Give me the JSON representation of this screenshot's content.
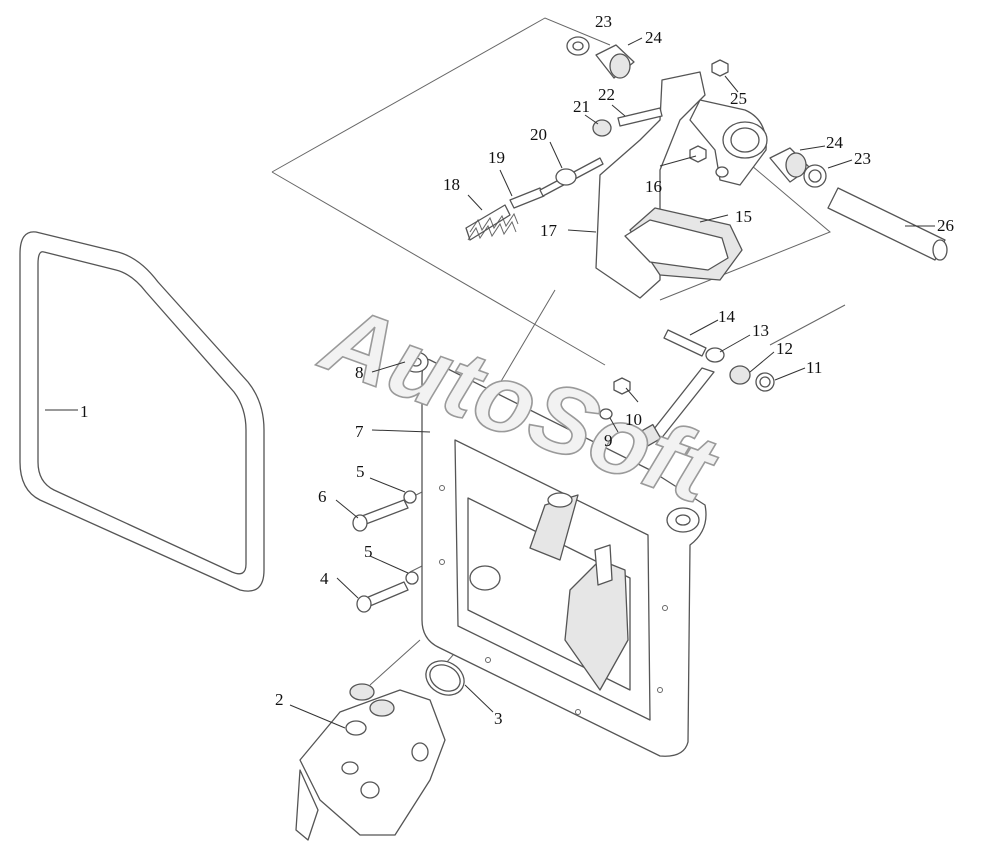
{
  "watermark": "AutoSoft",
  "callouts": [
    {
      "id": "1",
      "label": "1"
    },
    {
      "id": "2",
      "label": "2"
    },
    {
      "id": "3",
      "label": "3"
    },
    {
      "id": "4",
      "label": "4"
    },
    {
      "id": "5a",
      "label": "5"
    },
    {
      "id": "5b",
      "label": "5"
    },
    {
      "id": "6",
      "label": "6"
    },
    {
      "id": "7",
      "label": "7"
    },
    {
      "id": "8",
      "label": "8"
    },
    {
      "id": "9",
      "label": "9"
    },
    {
      "id": "10",
      "label": "10"
    },
    {
      "id": "11",
      "label": "11"
    },
    {
      "id": "12",
      "label": "12"
    },
    {
      "id": "13",
      "label": "13"
    },
    {
      "id": "14",
      "label": "14"
    },
    {
      "id": "15",
      "label": "15"
    },
    {
      "id": "16",
      "label": "16"
    },
    {
      "id": "17",
      "label": "17"
    },
    {
      "id": "18",
      "label": "18"
    },
    {
      "id": "19",
      "label": "19"
    },
    {
      "id": "20",
      "label": "20"
    },
    {
      "id": "21",
      "label": "21"
    },
    {
      "id": "22",
      "label": "22"
    },
    {
      "id": "23a",
      "label": "23"
    },
    {
      "id": "23b",
      "label": "23"
    },
    {
      "id": "24a",
      "label": "24"
    },
    {
      "id": "24b",
      "label": "24"
    },
    {
      "id": "25",
      "label": "25"
    },
    {
      "id": "26",
      "label": "26"
    }
  ]
}
